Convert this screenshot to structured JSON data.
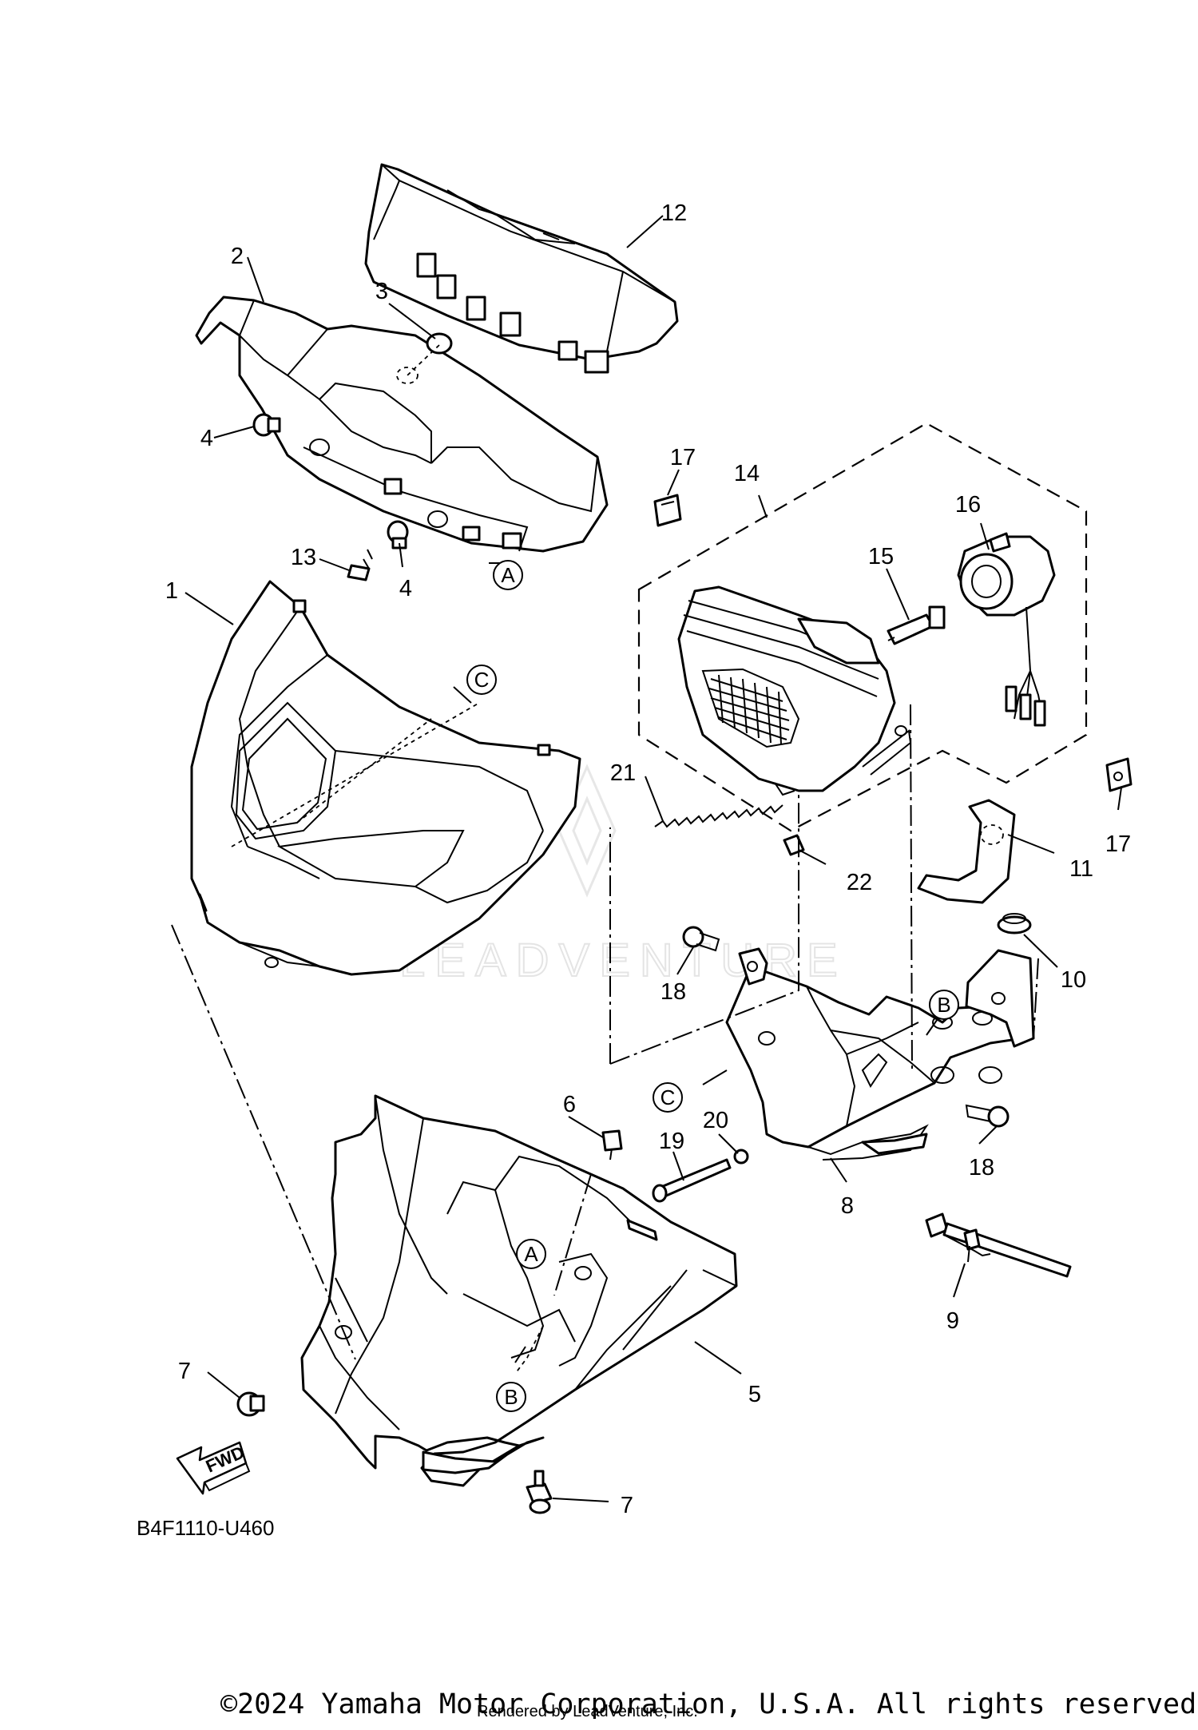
{
  "callouts": {
    "c1": "1",
    "c2": "2",
    "c3": "3",
    "c4a": "4",
    "c4b": "4",
    "c5": "5",
    "c6": "6",
    "c7a": "7",
    "c7b": "7",
    "c8": "8",
    "c9": "9",
    "c10": "10",
    "c11": "11",
    "c12": "12",
    "c13": "13",
    "c14": "14",
    "c15": "15",
    "c16": "16",
    "c17a": "17",
    "c17b": "17",
    "c18a": "18",
    "c18b": "18",
    "c19": "19",
    "c20": "20",
    "c21": "21",
    "c22": "22"
  },
  "ref_markers": {
    "a_top": "A",
    "a_bottom": "A",
    "b_bracket": "B",
    "b_bottom": "B",
    "c_cowl": "C",
    "c_bracket": "C"
  },
  "fwd_label": "FWD",
  "watermark_text": "LEADVENTURE",
  "diagram_code": "B4F1110-U460",
  "copyright": "©2024 Yamaha Motor Corporation, U.S.A. All rights reserved.",
  "rendered_by": "Rendered by LeadVenture, Inc."
}
